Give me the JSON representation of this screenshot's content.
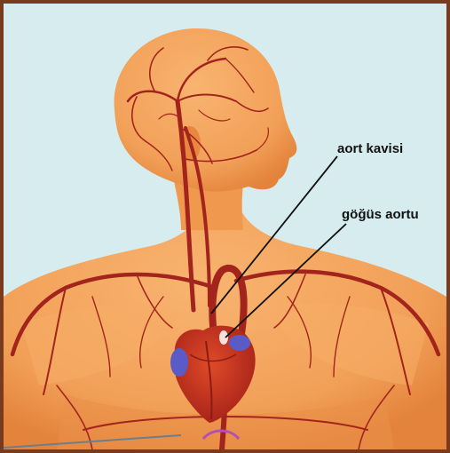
{
  "labels": {
    "aortic_arch": "aort kavisi",
    "thoracic_aorta": "göğüs aortu"
  },
  "colors": {
    "frame": "#7a3a1c",
    "background": "#d6ecee",
    "skin": "#f4a35c",
    "skin_shade": "#e07d3a",
    "artery": "#a3241c",
    "heart": "#c8321d",
    "vein_blue": "#5b5bc8",
    "leader_line": "#111111"
  },
  "icons": {
    "aortic_arch": "leader-line",
    "thoracic_aorta": "leader-line"
  }
}
